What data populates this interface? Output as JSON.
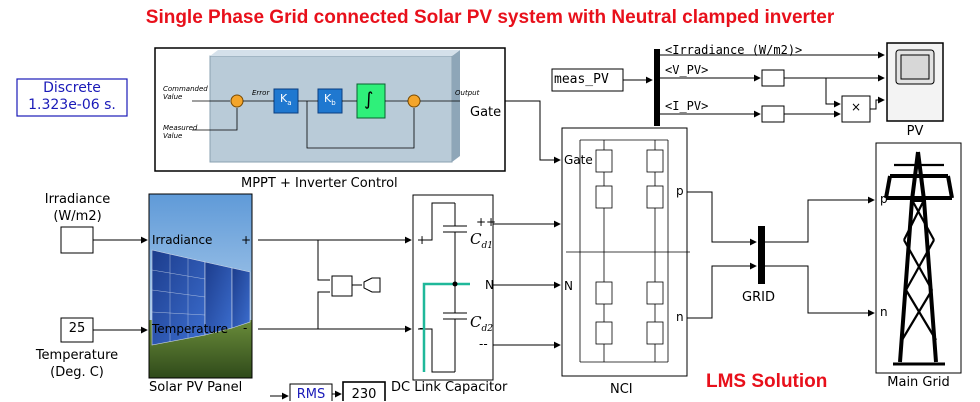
{
  "title": "Single Phase Grid connected Solar PV system with  Neutral clamped inverter",
  "footer_note": "LMS Solution",
  "colors": {
    "title": "#e8101b",
    "accent_blue": "#1a1ab8",
    "wire": "#000000",
    "teal": "#1fb89a",
    "panel_gray": "#b9cbd8"
  },
  "powergui": {
    "line1": "Discrete",
    "line2": "1.323e-06 s."
  },
  "mppt": {
    "label": "MPPT + Inverter Control",
    "out_port": "Gate",
    "commanded": "Commanded\nValue",
    "measured": "Measured\nValue",
    "error": "Error",
    "output": "Output",
    "kp": "K",
    "kp_sub": "a",
    "kb": "K",
    "kb_sub": "b",
    "integrator": "∫"
  },
  "irradiance_in": {
    "label": "Irradiance\n(W/m2)"
  },
  "temperature_in": {
    "value": "25",
    "label": "Temperature\n(Deg. C)"
  },
  "pv_panel": {
    "label": "Solar PV Panel",
    "port_irr": "Irradiance",
    "port_temp": "Temperature",
    "port_plus": "+",
    "port_minus": "-"
  },
  "dc_link": {
    "label": "DC Link Capacitor",
    "port_plus": "+",
    "port_minus": "-",
    "out_pp": "++",
    "out_n": "N",
    "out_mm": "--",
    "cap1": "C",
    "cap1_sub": "d1",
    "cap2": "C",
    "cap2_sub": "d2"
  },
  "nci": {
    "label": "NCI",
    "in_gate": "Gate",
    "out_p": "p",
    "out_n": "n",
    "in_n": "N"
  },
  "meas": {
    "label": "meas_PV",
    "sig1": "<Irradiance (W/m2)>",
    "sig2": "<V_PV>",
    "sig3": "<I_PV>"
  },
  "scope": {
    "label": "PV"
  },
  "grid_bus": {
    "label": "GRID"
  },
  "main_grid": {
    "label": "Main Grid",
    "port_p": "p",
    "port_n": "n"
  },
  "rms": {
    "label": "RMS",
    "display": "230"
  }
}
